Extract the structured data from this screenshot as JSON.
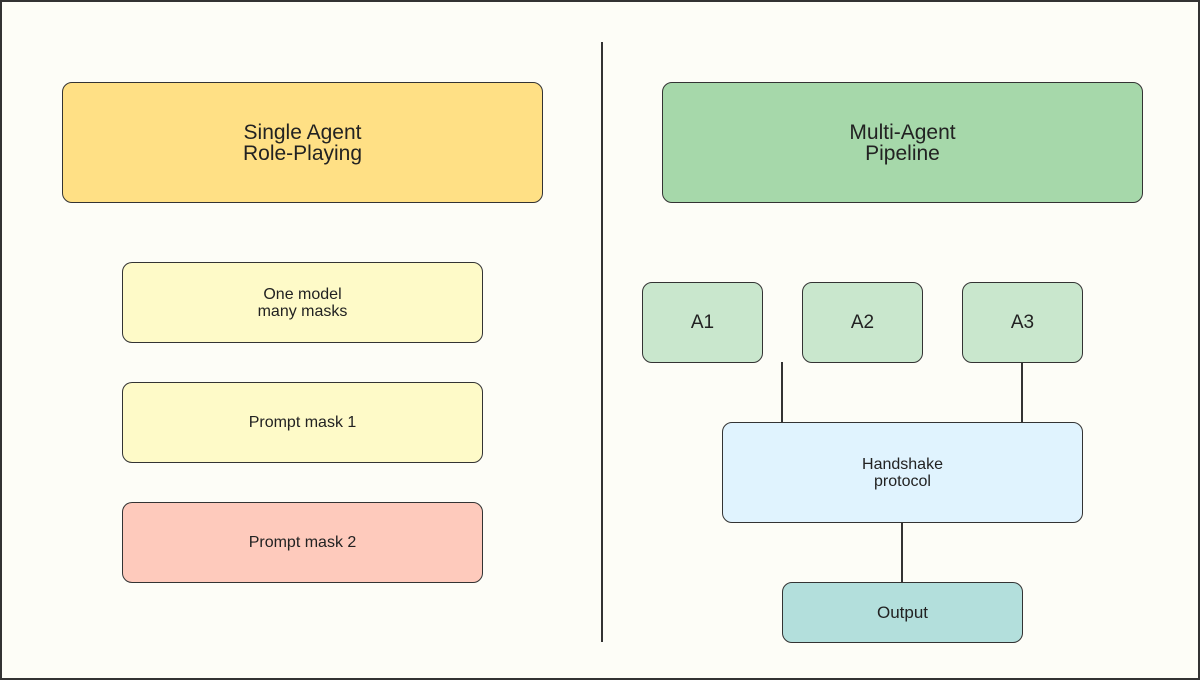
{
  "colors": {
    "background": "#fdfdf7",
    "single_header": "#ffe085",
    "multi_header": "#a6d8aa",
    "pale_yellow": "#fefac8",
    "salmon": "#fecabc",
    "pale_green": "#c9e7cd",
    "pale_blue": "#e0f3fe",
    "teal": "#b3dfdc"
  },
  "left": {
    "header": "Single Agent\nRole-Playing",
    "card_one": "One model\nmany masks",
    "card_two": "Prompt mask 1",
    "card_three": "Prompt mask 2"
  },
  "right": {
    "header": "Multi-Agent\nPipeline",
    "agents": [
      "A1",
      "A2",
      "A3"
    ],
    "protocol": "Handshake\nprotocol",
    "output": "Output"
  }
}
